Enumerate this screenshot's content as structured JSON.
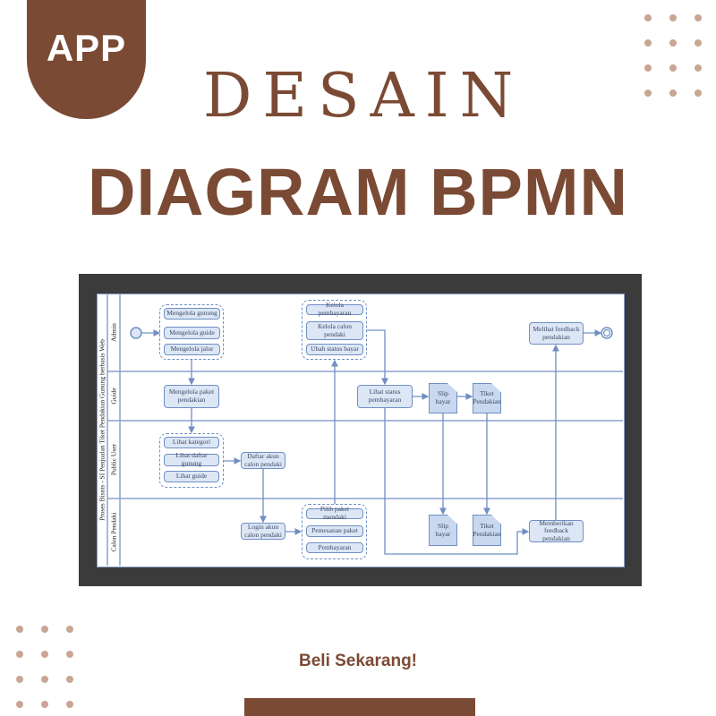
{
  "badge": {
    "label": "APP"
  },
  "title": {
    "line1": "DESAIN",
    "line2": "DIAGRAM BPMN"
  },
  "colors": {
    "brand": "#7b4a34",
    "dots": "#c9a594",
    "diagram_fill": "#dce6f5",
    "diagram_stroke": "#6f8fc4"
  },
  "diagram": {
    "pool": "Proses Bisnis - SI Penjualan Tiket Pendakian Gunung berbasis Web",
    "lanes": [
      "Admin",
      "Guide",
      "Public User",
      "Calon Pendaki"
    ],
    "admin": {
      "g1": [
        "Mengelola gunung",
        "Mengelola guide",
        "Mengelola jalur"
      ],
      "g2": [
        "Kelola pembayaran",
        "Kelola calon pendaki",
        "Ubah status bayar"
      ],
      "feedback": "Melihat feedback pendakian"
    },
    "guide": {
      "paket": "Mengelola paket pendakian",
      "status": "Lihat status pembayaran",
      "slip": "Slip bayar",
      "tiket": "Tiket Pendakian"
    },
    "public": {
      "g": [
        "Lihat kategori",
        "Lihat daftar gunung",
        "Lihat guide"
      ],
      "daftar": "Daftar akun calon pendaki"
    },
    "calon": {
      "login": "Login akun calon pendaki",
      "g": [
        "Pilih paket mendaki",
        "Pemesanan paket",
        "Pembayaran"
      ],
      "slip": "Slip bayar",
      "tiket": "Tiket Pendakian",
      "feedback": "Memberikan feedback pendakian"
    }
  },
  "cta": "Beli Sekarang!"
}
